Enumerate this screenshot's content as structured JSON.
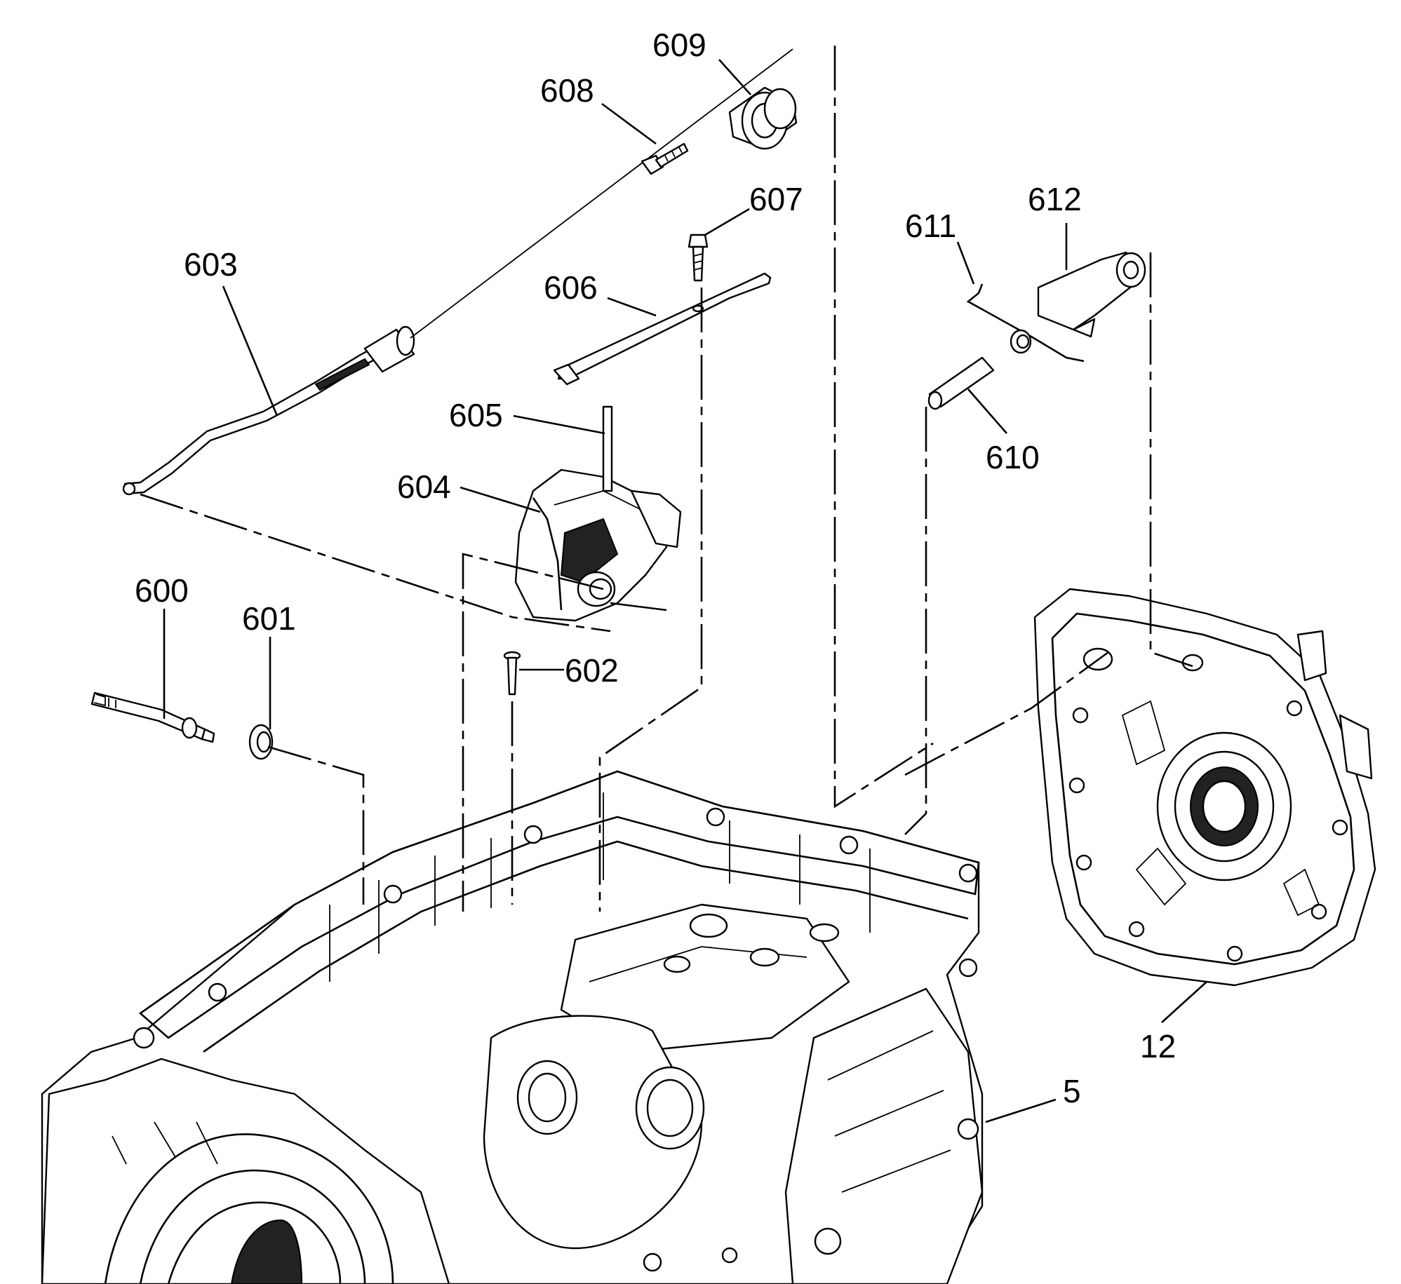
{
  "diagram": {
    "callouts": {
      "c600": "600",
      "c601": "601",
      "c602": "602",
      "c603": "603",
      "c604": "604",
      "c605": "605",
      "c606": "606",
      "c607": "607",
      "c608": "608",
      "c609": "609",
      "c610": "610",
      "c611": "611",
      "c612": "612",
      "c12": "12",
      "c5": "5"
    }
  }
}
